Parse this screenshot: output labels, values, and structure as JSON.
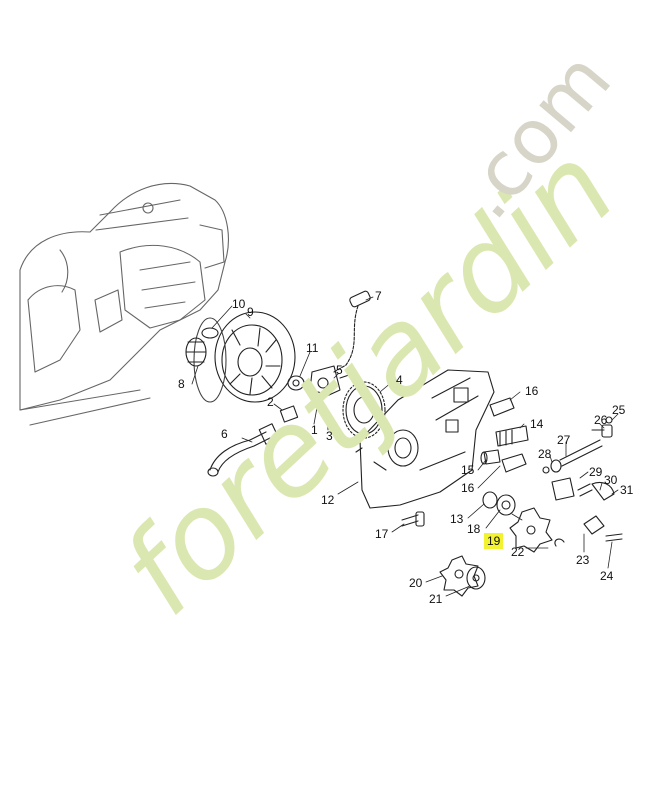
{
  "diagram": {
    "highlight_color": "#f2f230",
    "watermark_color_main": "#dbe7b0",
    "watermark_color_tld": "#d7d4c8",
    "callouts": [
      {
        "id": "7",
        "label": "7"
      },
      {
        "id": "10",
        "label": "10"
      },
      {
        "id": "9",
        "label": "9"
      },
      {
        "id": "11",
        "label": "11"
      },
      {
        "id": "5",
        "label": "5"
      },
      {
        "id": "4",
        "label": "4"
      },
      {
        "id": "8",
        "label": "8"
      },
      {
        "id": "2",
        "label": "2"
      },
      {
        "id": "1",
        "label": "1"
      },
      {
        "id": "3",
        "label": "3"
      },
      {
        "id": "6",
        "label": "6"
      },
      {
        "id": "16a",
        "label": "16"
      },
      {
        "id": "14",
        "label": "14"
      },
      {
        "id": "26",
        "label": "26"
      },
      {
        "id": "25",
        "label": "25"
      },
      {
        "id": "27",
        "label": "27"
      },
      {
        "id": "28",
        "label": "28"
      },
      {
        "id": "29",
        "label": "29"
      },
      {
        "id": "15",
        "label": "15"
      },
      {
        "id": "16b",
        "label": "16"
      },
      {
        "id": "30",
        "label": "30"
      },
      {
        "id": "31",
        "label": "31"
      },
      {
        "id": "12",
        "label": "12"
      },
      {
        "id": "13",
        "label": "13"
      },
      {
        "id": "18",
        "label": "18"
      },
      {
        "id": "17",
        "label": "17"
      },
      {
        "id": "19",
        "label": "19",
        "highlighted": true
      },
      {
        "id": "22",
        "label": "22"
      },
      {
        "id": "23",
        "label": "23"
      },
      {
        "id": "24",
        "label": "24"
      },
      {
        "id": "20",
        "label": "20"
      },
      {
        "id": "21",
        "label": "21"
      }
    ]
  }
}
